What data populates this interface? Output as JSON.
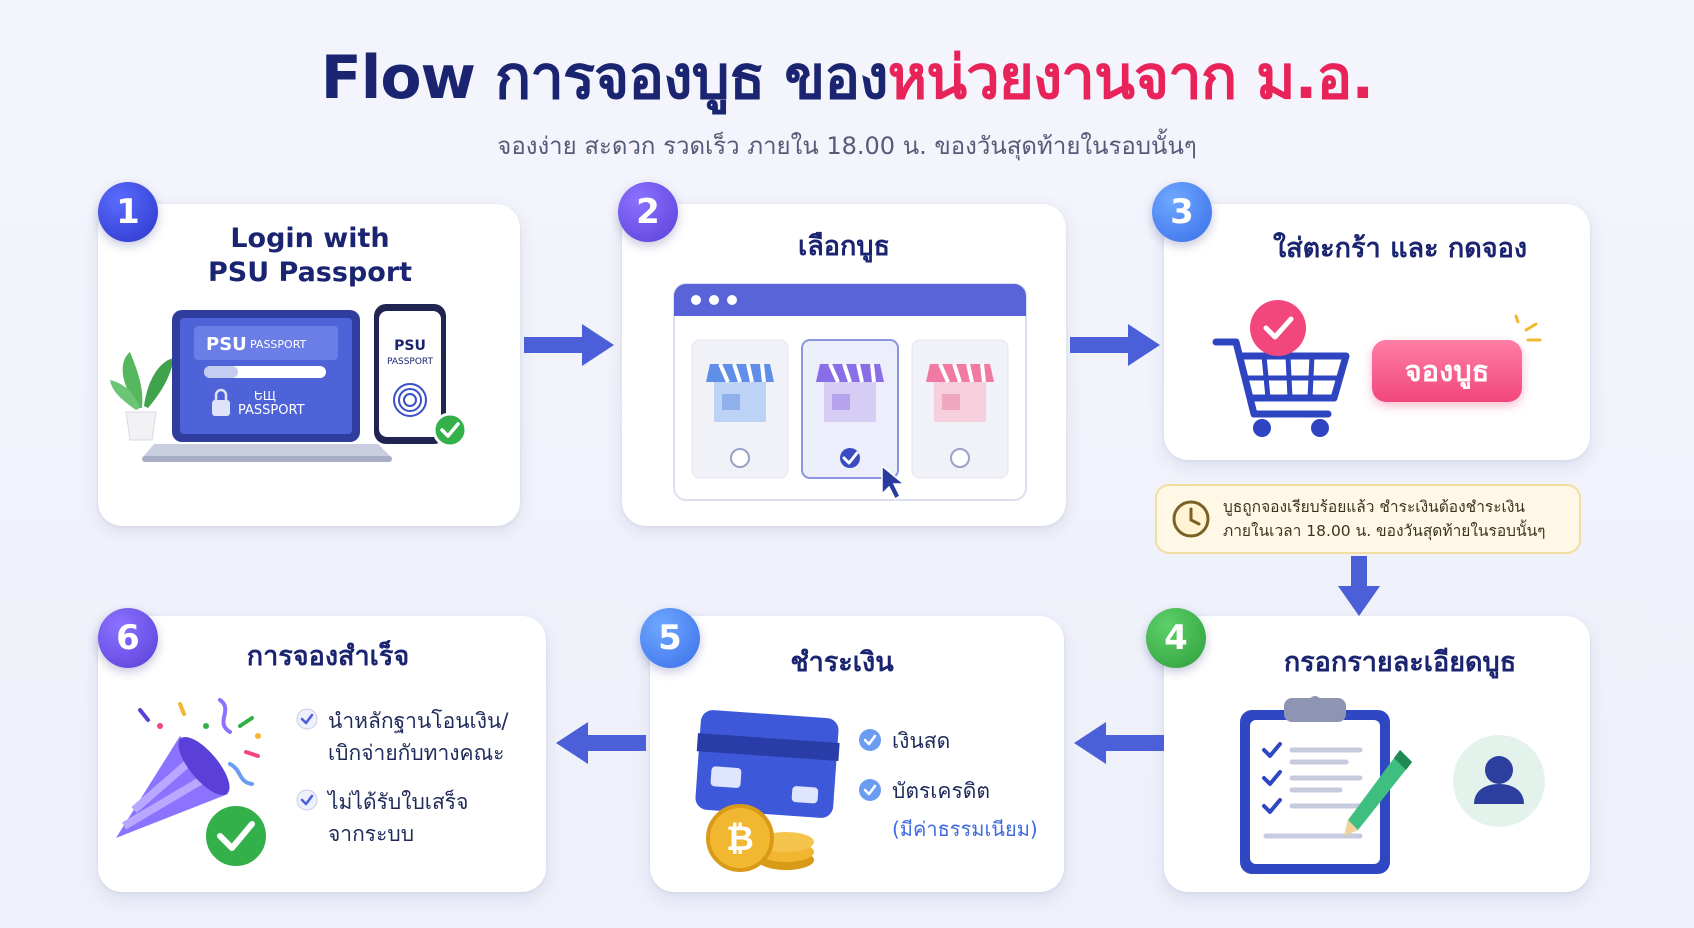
{
  "header": {
    "title_main": "Flow การจองบูธ ของ",
    "title_highlight": "หน่วยงานจาก ม.อ.",
    "subtitle": "จองง่าย สะดวก รวดเร็ว ภายใน 18.00 น. ของวันสุดท้ายในรอบนั้นๆ"
  },
  "steps": [
    {
      "number": "1",
      "title_line1": "Login with",
      "title_line2": "PSU Passport",
      "screen_brand": "PSU",
      "screen_brand_suffix": "PASSPORT",
      "screen_logo_line1": "ԵЩ",
      "screen_logo_line2": "PASSPORT",
      "phone_brand_line1": "PSU",
      "phone_brand_line2": "PASSPORT"
    },
    {
      "number": "2",
      "title": "เลือกบูธ"
    },
    {
      "number": "3",
      "title": "ใส่ตะกร้า และ กดจอง",
      "button_label": "จองบูธ"
    },
    {
      "number": "4",
      "title": "กรอกรายละเอียดบูธ"
    },
    {
      "number": "5",
      "title": "ชำระเงิน",
      "options": [
        "เงินสด",
        "บัตรเครดิต"
      ],
      "fee_note": "(มีค่าธรรมเนียม)"
    },
    {
      "number": "6",
      "title": "การจองสำเร็จ",
      "items": [
        {
          "line1": "นำหลักฐานโอนเงิน/",
          "line2": "เบิกจ่ายกับทางคณะ"
        },
        {
          "line1": "ไม่ได้รับใบเสร็จ",
          "line2": "จากระบบ"
        }
      ]
    }
  ],
  "notice": {
    "line1": "บูธถูกจองเรียบร้อยแล้ว ชำระเงินต้องชำระเงิน",
    "line2": "ภายในเวลา 18.00 น. ของวันสุดท้ายในรอบนั้นๆ"
  },
  "colors": {
    "title": "#1a2470",
    "highlight": "#e8235a",
    "arrow": "#4a5fd8",
    "accent_pink": "#f1477d",
    "accent_green": "#34b04a"
  }
}
